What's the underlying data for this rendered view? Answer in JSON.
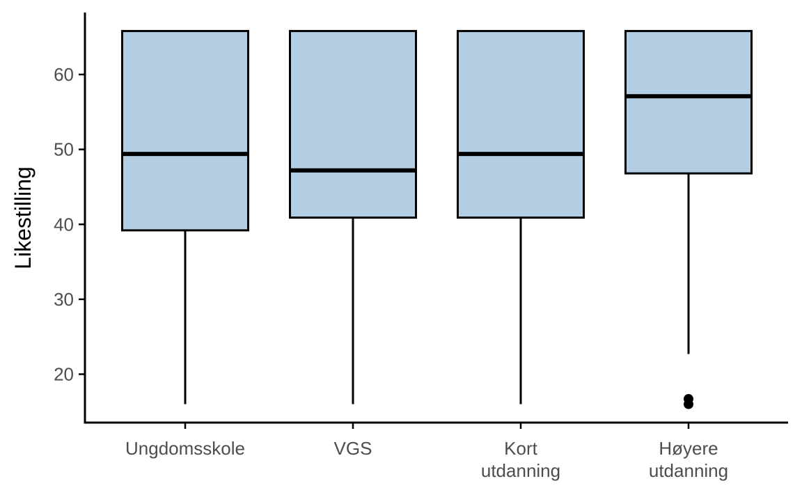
{
  "chart_data": {
    "type": "boxplot",
    "title": "",
    "xlabel": "",
    "ylabel": "Likestilling",
    "ylim": [
      14,
      69
    ],
    "yticks": [
      20,
      30,
      40,
      50,
      60
    ],
    "grid": false,
    "legend": "none",
    "colors": {
      "box_fill": "#b3cde3",
      "stroke": "#000000"
    },
    "categories": [
      {
        "label": [
          "Ungdomsskole"
        ],
        "whisker_low": 16,
        "q1": 39.2,
        "median": 49.4,
        "q3": 65.8,
        "whisker_high": 65.8,
        "outliers": []
      },
      {
        "label": [
          "VGS"
        ],
        "whisker_low": 16,
        "q1": 40.9,
        "median": 47.2,
        "q3": 65.8,
        "whisker_high": 65.8,
        "outliers": []
      },
      {
        "label": [
          "Kort",
          "utdanning"
        ],
        "whisker_low": 16,
        "q1": 40.9,
        "median": 49.4,
        "q3": 65.8,
        "whisker_high": 65.8,
        "outliers": []
      },
      {
        "label": [
          "Høyere",
          "utdanning"
        ],
        "whisker_low": 22.7,
        "q1": 46.8,
        "median": 57.1,
        "q3": 65.8,
        "whisker_high": 65.8,
        "outliers": [
          16.7,
          16.0
        ]
      }
    ]
  }
}
